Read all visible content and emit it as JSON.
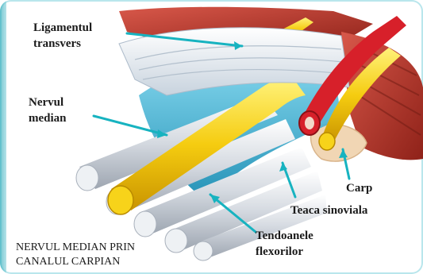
{
  "labels": {
    "ligament_line1": "Ligamentul",
    "ligament_line2": "transvers",
    "nerve_line1": "Nervul",
    "nerve_line2": "median",
    "carp": "Carp",
    "sheath": "Teaca sinoviala",
    "tendons_line1": "Tendoanele",
    "tendons_line2": "flexorilor"
  },
  "caption": {
    "line1": "NERVUL MEDIAN PRIN",
    "line2": "CANALUL CARPIAN"
  },
  "colors": {
    "pointer": "#17b3c0",
    "nerve": "#f2c80c",
    "tendon": "#d9dde3",
    "sheath": "#3fb4d4",
    "ligament": "#e8eef4",
    "artery": "#d7202a",
    "muscle": "#b2362b"
  }
}
